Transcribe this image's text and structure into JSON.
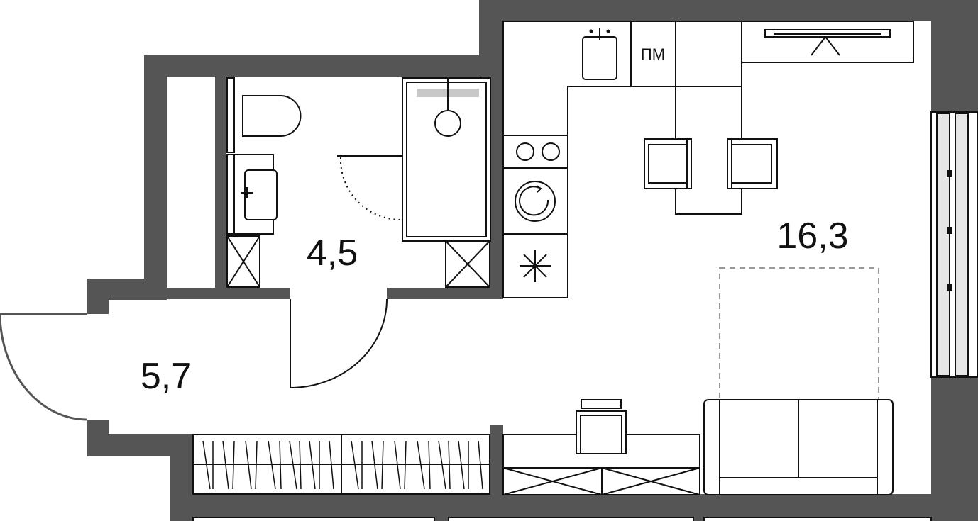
{
  "rooms": {
    "bathroom_area": "4,5",
    "hallway_area": "5,7",
    "main_room_area": "16,3"
  },
  "fixtures": {
    "dishwasher_label": "ПМ"
  },
  "colors": {
    "wall": "#555555",
    "line": "#111111",
    "door_swing": "#555555",
    "window_glass": "#e6e6e6",
    "dashed_bed": "#999999"
  }
}
